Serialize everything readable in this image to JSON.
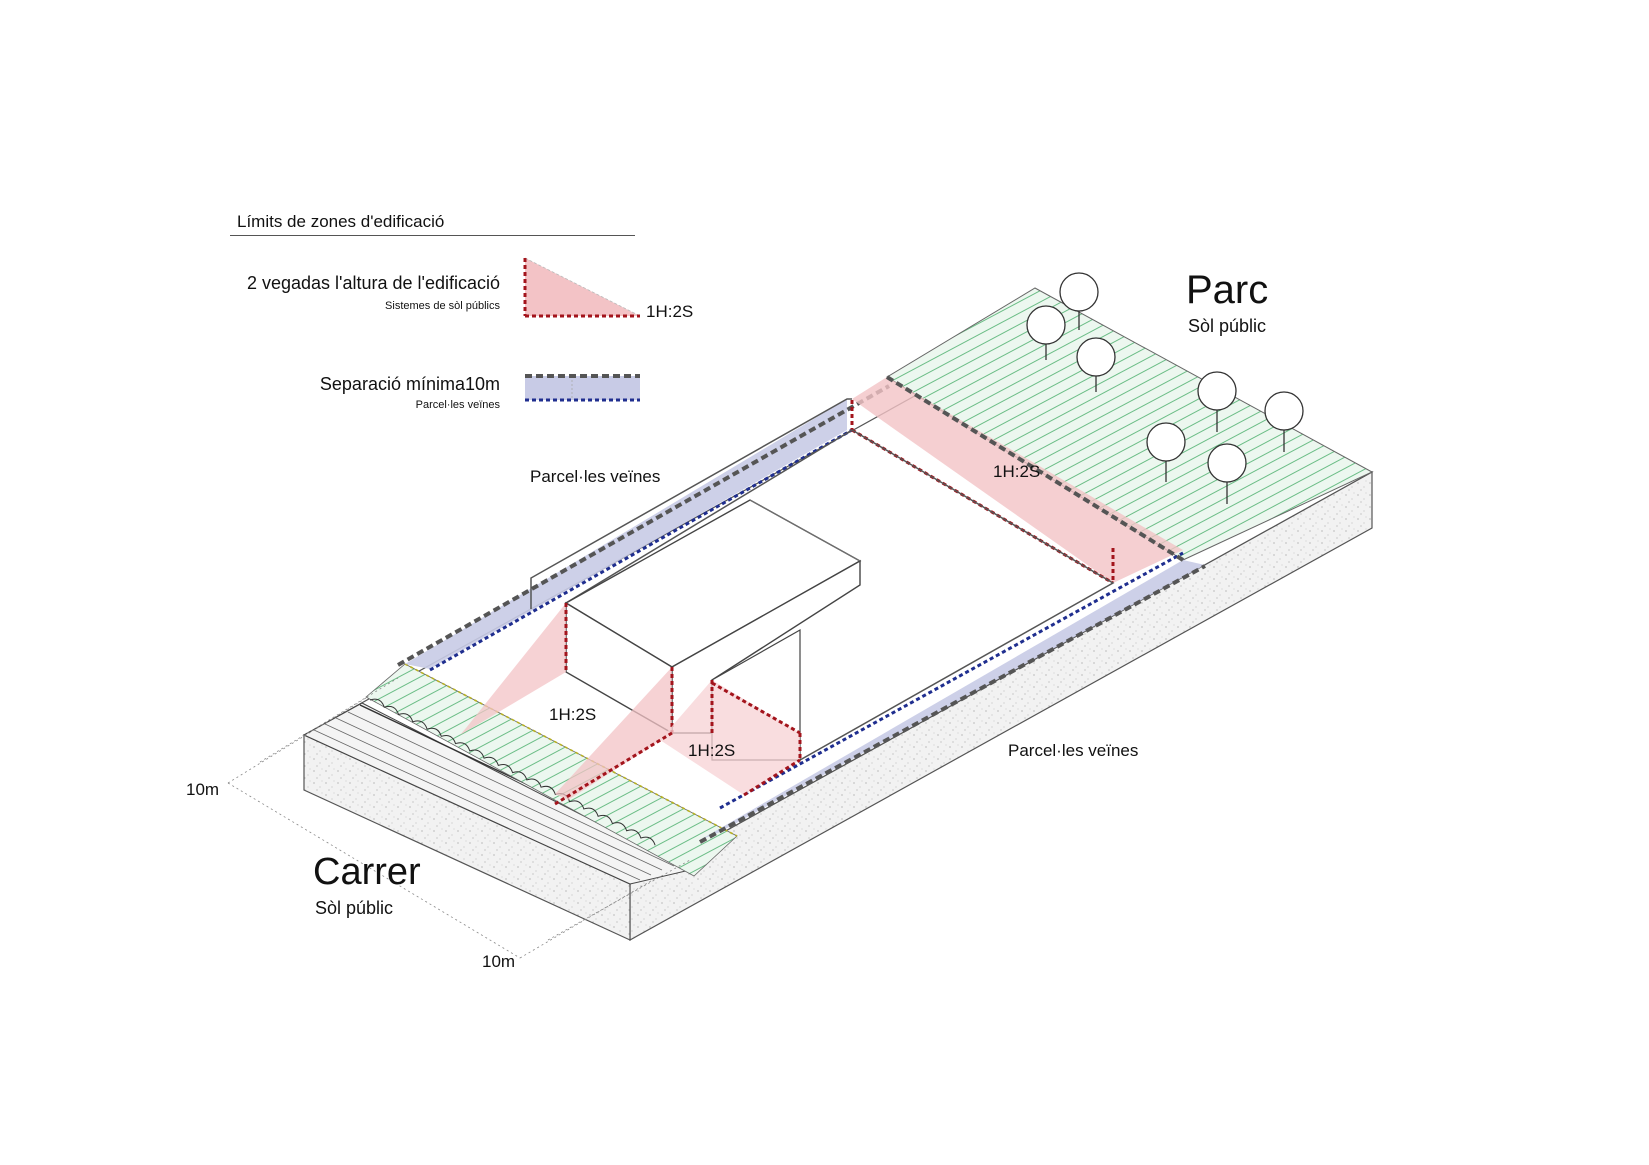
{
  "legend": {
    "title": "Límits de zones d'edificació",
    "item1_label": "2 vegadas l'altura de l'edificació",
    "item1_sub": "Sistemes de sòl públics",
    "item1_ratio": "1H:2S",
    "item2_label": "Separació mínima10m",
    "item2_sub": "Parcel·les veïnes"
  },
  "park": {
    "title": "Parc",
    "subtitle": "Sòl públic"
  },
  "street": {
    "title": "Carrer",
    "subtitle": "Sòl públic"
  },
  "neighbors": {
    "top_label": "Parcel·les veïnes",
    "right_label": "Parcel·les veïnes"
  },
  "ratios": {
    "park_side": "1H:2S",
    "street_left": "1H:2S",
    "street_right": "1H:2S"
  },
  "dimensions": {
    "left": "10m",
    "bottom": "10m"
  },
  "colors": {
    "setback_red": "#a3141c",
    "setback_fill": "#f3c3c6",
    "separation_blue": "#1f2e8f",
    "separation_fill": "#c8cbe6",
    "dashed_gray": "#555555",
    "green_hatch": "#4aa86a",
    "green_fill": "#e6f4ea"
  },
  "icons": [
    "tree-icon"
  ]
}
